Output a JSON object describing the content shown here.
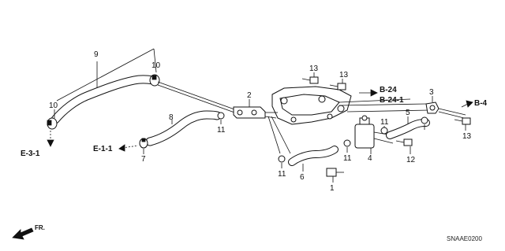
{
  "diagram": {
    "callouts": {
      "c9": "9",
      "c10a": "10",
      "c10b": "10",
      "c8": "8",
      "c7": "7",
      "c11a": "11",
      "c11b": "11",
      "c11c": "11",
      "c11d": "11",
      "c2": "2",
      "c13a": "13",
      "c13b": "13",
      "c13c": "13",
      "c6": "6",
      "c1": "1",
      "c3": "3",
      "c4": "4",
      "c5": "5",
      "c12": "12"
    },
    "refs": {
      "e31": "E-3-1",
      "e11": "E-1-1",
      "b24": "B-24",
      "b241": "B-24-1",
      "b4": "B-4"
    },
    "fr_label": "FR.",
    "drawing_code": "SNAAE0200"
  }
}
